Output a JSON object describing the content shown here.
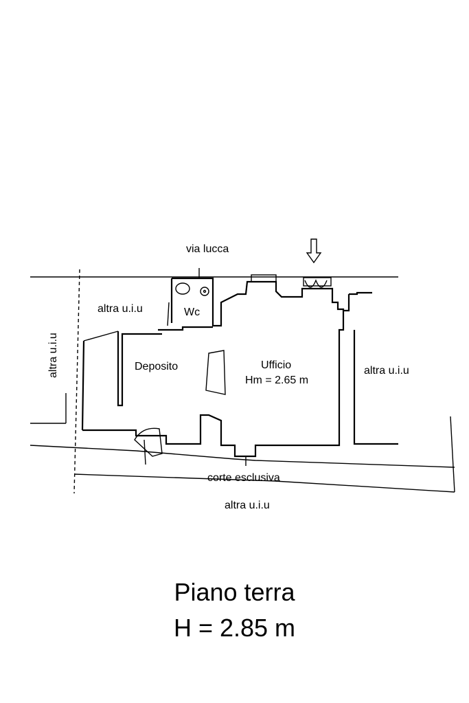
{
  "labels": {
    "street": "via lucca",
    "wc": "Wc",
    "other_unit_top_left": "altra u.i.u",
    "other_unit_left_vertical": "altra u.i.u",
    "deposit": "Deposito",
    "office": "Ufficio",
    "office_height": "Hm = 2.65 m",
    "other_unit_right": "altra u.i.u",
    "courtyard": "corte esclusiva",
    "other_unit_bottom": "altra u.i.u"
  },
  "title": {
    "floor": "Piano terra",
    "height": "H = 2.85 m"
  },
  "colors": {
    "line": "#000000",
    "background": "#ffffff"
  }
}
